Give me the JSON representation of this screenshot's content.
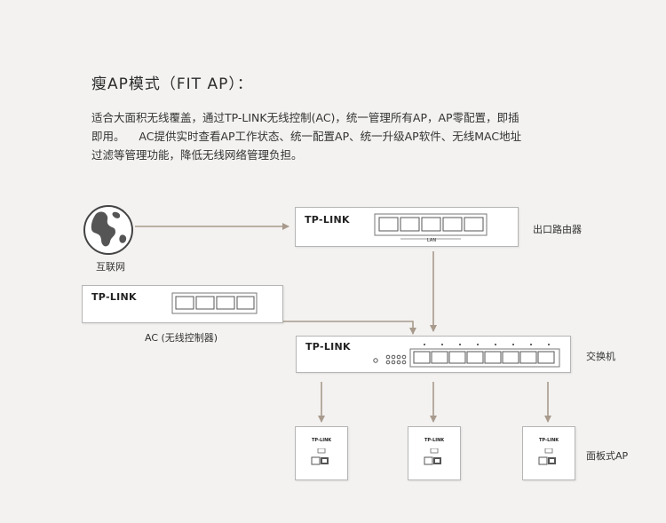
{
  "heading": "瘦AP模式（FIT AP）：",
  "description": {
    "line1": "适合大面积无线覆盖，通过TP-LINK无线控制(AC)，统一管理所有AP，AP零配置，即插",
    "line2": "即用。    AC提供实时查看AP工作状态、统一配置AP、统一升级AP软件、无线MAC地址",
    "line3": "过滤等管理功能，降低无线网络管理负担。"
  },
  "nodes": {
    "internet": "互联网",
    "router": "出口路由器",
    "ac": "AC (无线控制器)",
    "switch": "交换机",
    "panel_ap": "面板式AP"
  },
  "brand": "TP-LINK",
  "router_port_label": "LAN",
  "colors": {
    "background": "#f3f2f0",
    "arrow": "#a89a8c",
    "device_border": "#b5b5b5"
  }
}
